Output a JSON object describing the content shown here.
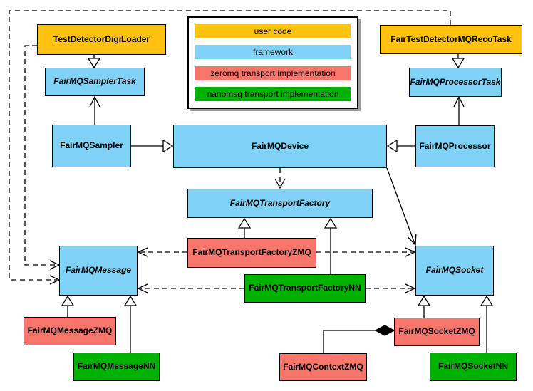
{
  "colors": {
    "user_code": "#FFC20E",
    "framework": "#7FD1F5",
    "zeromq": "#F8756C",
    "nanomsg": "#00B200",
    "line": "#000000",
    "background": "#FFFFFF"
  },
  "legend": {
    "items": [
      {
        "label": "user code",
        "color": "#FFC20E"
      },
      {
        "label": "framework",
        "color": "#7FD1F5"
      },
      {
        "label": "zeromq transport implementation",
        "color": "#F8756C"
      },
      {
        "label": "nanomsg transport implementation",
        "color": "#00B200"
      }
    ]
  },
  "nodes": {
    "tddl": {
      "label": "TestDetectorDigiLoader",
      "category": "user code"
    },
    "recoTask": {
      "label": "FairTestDetectorMQRecoTask",
      "category": "user code"
    },
    "samplerTask": {
      "label": "FairMQSamplerTask",
      "category": "framework"
    },
    "processorTask": {
      "label": "FairMQProcessorTask",
      "category": "framework"
    },
    "sampler": {
      "label": "FairMQSampler",
      "category": "framework"
    },
    "device": {
      "label": "FairMQDevice",
      "category": "framework"
    },
    "processor": {
      "label": "FairMQProcessor",
      "category": "framework"
    },
    "transportFactory": {
      "label": "FairMQTransportFactory",
      "category": "framework"
    },
    "tfZmq": {
      "label": "FairMQTransportFactoryZMQ",
      "category": "zeromq"
    },
    "tfNn": {
      "label": "FairMQTransportFactoryNN",
      "category": "nanomsg"
    },
    "message": {
      "label": "FairMQMessage",
      "category": "framework"
    },
    "socket": {
      "label": "FairMQSocket",
      "category": "framework"
    },
    "messageZmq": {
      "label": "FairMQMessageZMQ",
      "category": "zeromq"
    },
    "messageNn": {
      "label": "FairMQMessageNN",
      "category": "nanomsg"
    },
    "socketZmq": {
      "label": "FairMQSocketZMQ",
      "category": "zeromq"
    },
    "contextZmq": {
      "label": "FairMQContextZMQ",
      "category": "zeromq"
    },
    "socketNn": {
      "label": "FairMQSocketNN",
      "category": "nanomsg"
    }
  },
  "edges": [
    {
      "from": "TestDetectorDigiLoader",
      "to": "FairMQSamplerTask",
      "kind": "inheritance"
    },
    {
      "from": "FairTestDetectorMQRecoTask",
      "to": "FairMQProcessorTask",
      "kind": "inheritance"
    },
    {
      "from": "FairMQSampler",
      "to": "FairMQSamplerTask",
      "kind": "association"
    },
    {
      "from": "FairMQProcessor",
      "to": "FairMQProcessorTask",
      "kind": "association"
    },
    {
      "from": "FairMQSampler",
      "to": "FairMQDevice",
      "kind": "inheritance"
    },
    {
      "from": "FairMQProcessor",
      "to": "FairMQDevice",
      "kind": "inheritance"
    },
    {
      "from": "FairMQDevice",
      "to": "FairMQTransportFactory",
      "kind": "dependency"
    },
    {
      "from": "FairMQDevice",
      "to": "FairMQSocket",
      "kind": "association"
    },
    {
      "from": "FairMQTransportFactoryZMQ",
      "to": "FairMQTransportFactory",
      "kind": "inheritance"
    },
    {
      "from": "FairMQTransportFactoryNN",
      "to": "FairMQTransportFactory",
      "kind": "inheritance"
    },
    {
      "from": "FairMQTransportFactoryZMQ",
      "to": "FairMQMessage",
      "kind": "dependency"
    },
    {
      "from": "FairMQTransportFactoryZMQ",
      "to": "FairMQSocket",
      "kind": "dependency"
    },
    {
      "from": "FairMQTransportFactoryNN",
      "to": "FairMQMessage",
      "kind": "dependency"
    },
    {
      "from": "FairMQTransportFactoryNN",
      "to": "FairMQSocket",
      "kind": "dependency"
    },
    {
      "from": "TestDetectorDigiLoader",
      "to": "FairMQMessage",
      "kind": "dependency"
    },
    {
      "from": "FairTestDetectorMQRecoTask",
      "to": "FairMQMessage",
      "kind": "dependency"
    },
    {
      "from": "FairMQMessageZMQ",
      "to": "FairMQMessage",
      "kind": "inheritance"
    },
    {
      "from": "FairMQMessageNN",
      "to": "FairMQMessage",
      "kind": "inheritance"
    },
    {
      "from": "FairMQSocketZMQ",
      "to": "FairMQSocket",
      "kind": "inheritance"
    },
    {
      "from": "FairMQSocketNN",
      "to": "FairMQSocket",
      "kind": "inheritance"
    },
    {
      "from": "FairMQSocketZMQ",
      "to": "FairMQContextZMQ",
      "kind": "composition"
    }
  ]
}
